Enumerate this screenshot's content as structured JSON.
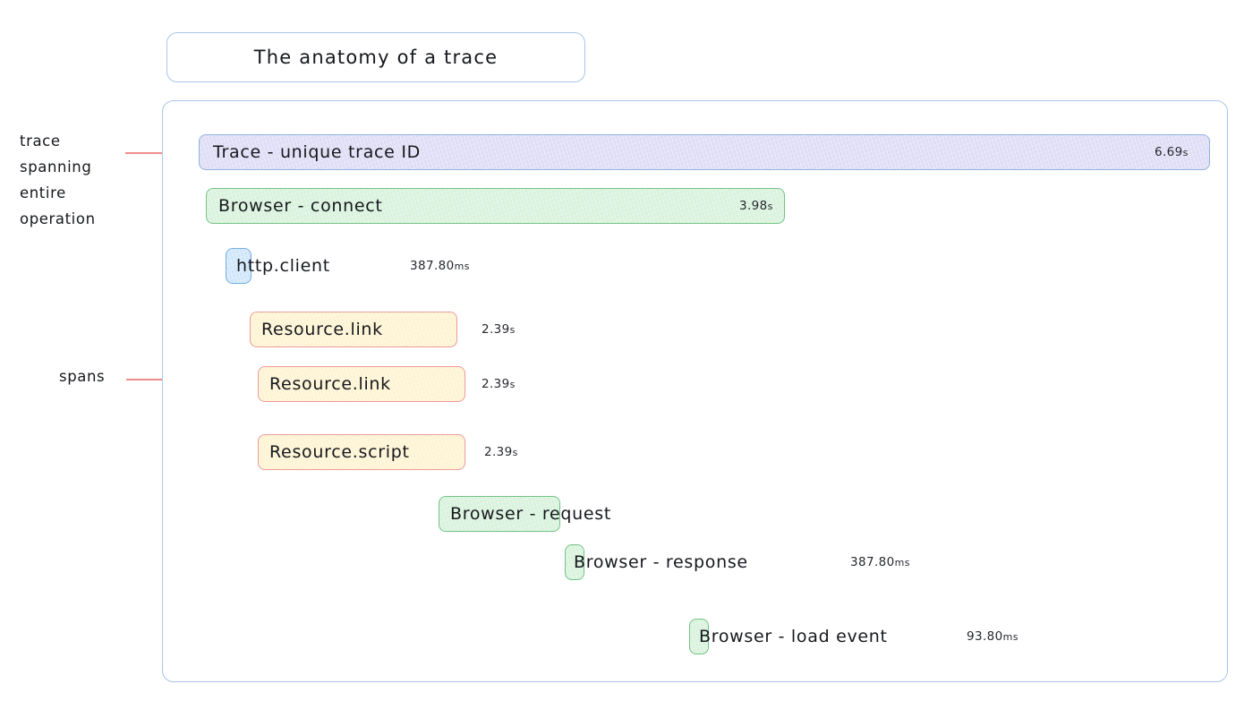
{
  "title": {
    "text": "The anatomy of a trace"
  },
  "annotations": [
    {
      "id": "trace",
      "text": "trace\nspanning\nentire\noperation"
    },
    {
      "id": "spans",
      "text": "spans"
    }
  ],
  "colors": {
    "container_border": "#a9c6ea",
    "trace_fill": "#dfdcf5",
    "trace_border": "#8fb4e0",
    "browser_fill": "#d8f2dc",
    "browser_border": "#74c286",
    "http_fill": "#cfe6fa",
    "http_border": "#72aee0",
    "resource_fill": "#fdf3d2",
    "resource_border": "#ef9a9a",
    "annotation_line": "#ee7b7b",
    "text": "#16181d"
  },
  "trace": {
    "rows": [
      {
        "name": "Trace - unique trace ID",
        "duration": "6.69",
        "unit": "s",
        "kind": "trace",
        "duration_inside": true
      },
      {
        "name": "Browser - connect",
        "duration": "3.98",
        "unit": "s",
        "kind": "browser",
        "duration_inside": true
      },
      {
        "name": "http.client",
        "duration": "387.80",
        "unit": "ms",
        "kind": "http",
        "duration_inside": false
      },
      {
        "name": "Resource.link",
        "duration": "2.39",
        "unit": "s",
        "kind": "resource",
        "duration_inside": false
      },
      {
        "name": "Resource.link",
        "duration": "2.39",
        "unit": "s",
        "kind": "resource",
        "duration_inside": false
      },
      {
        "name": "Resource.script",
        "duration": "2.39",
        "unit": "s",
        "kind": "resource",
        "duration_inside": false
      },
      {
        "name": "Browser - request",
        "duration": "",
        "unit": "",
        "kind": "browser",
        "duration_inside": false
      },
      {
        "name": "Browser - response",
        "duration": "387.80",
        "unit": "ms",
        "kind": "browser",
        "duration_inside": false
      },
      {
        "name": "Browser - load event",
        "duration": "93.80",
        "unit": "ms",
        "kind": "browser",
        "duration_inside": false
      }
    ]
  }
}
